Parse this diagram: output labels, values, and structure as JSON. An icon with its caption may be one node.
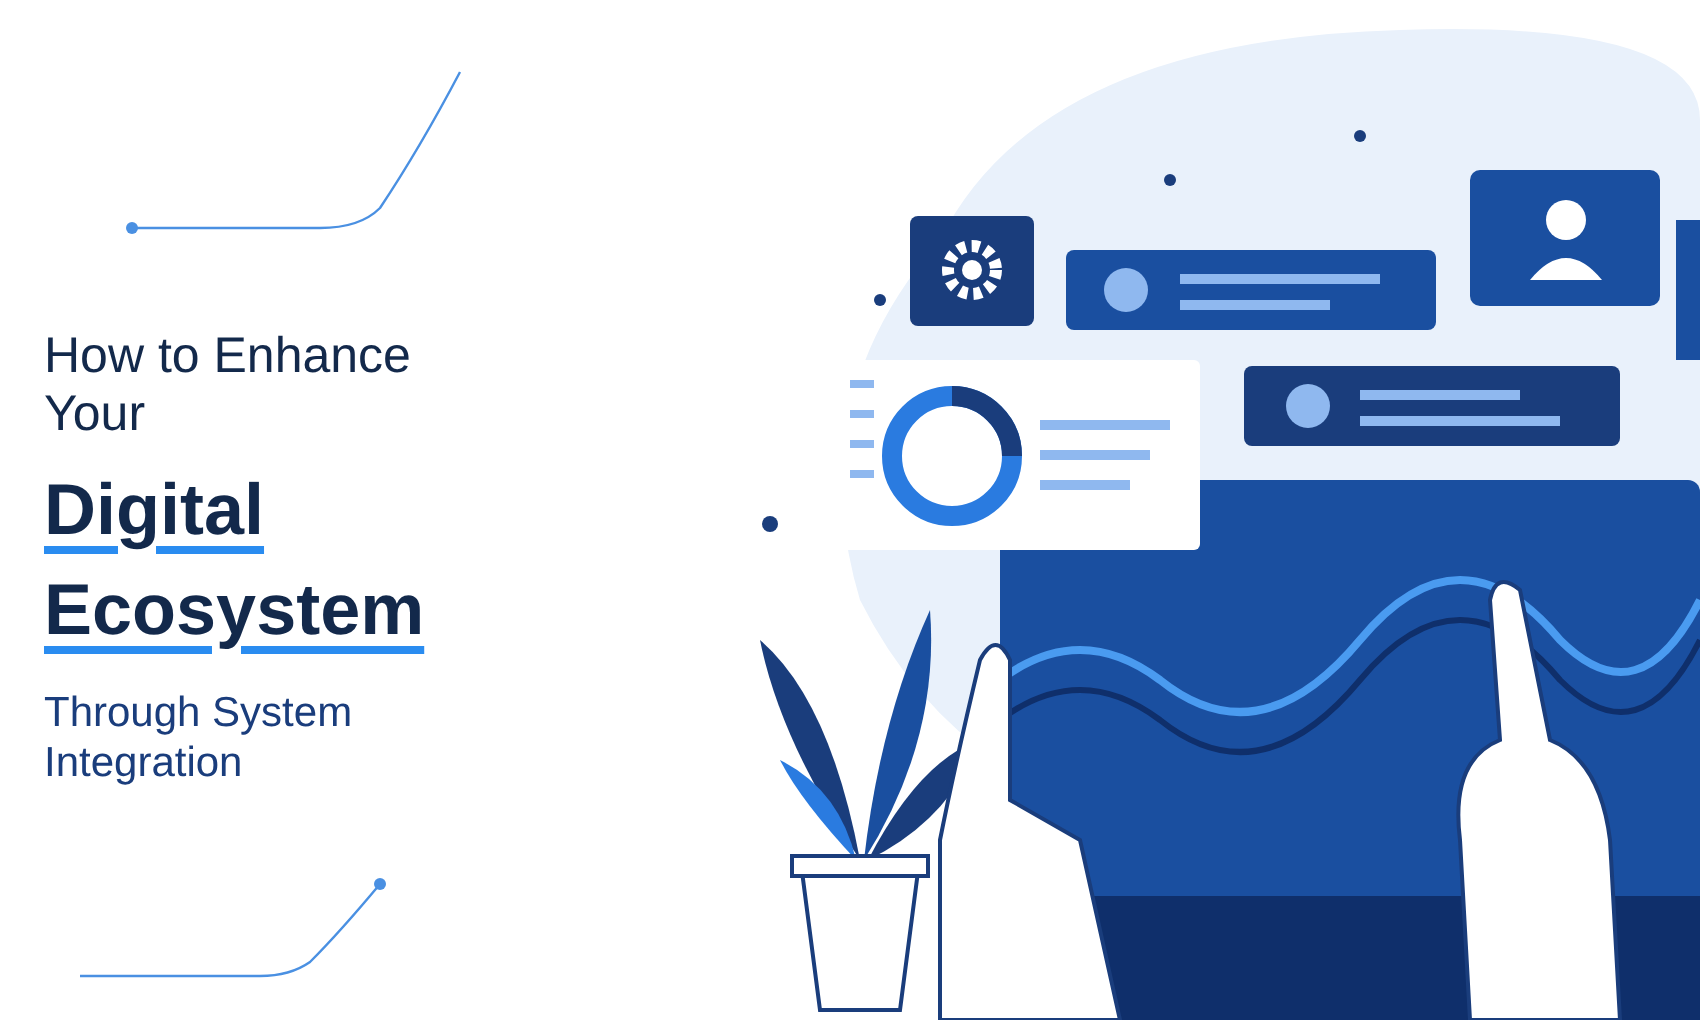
{
  "diagram": {
    "labels": [
      "How to Enhance Your",
      "Digital Ecosystem",
      "Through System Integration"
    ]
  }
}
